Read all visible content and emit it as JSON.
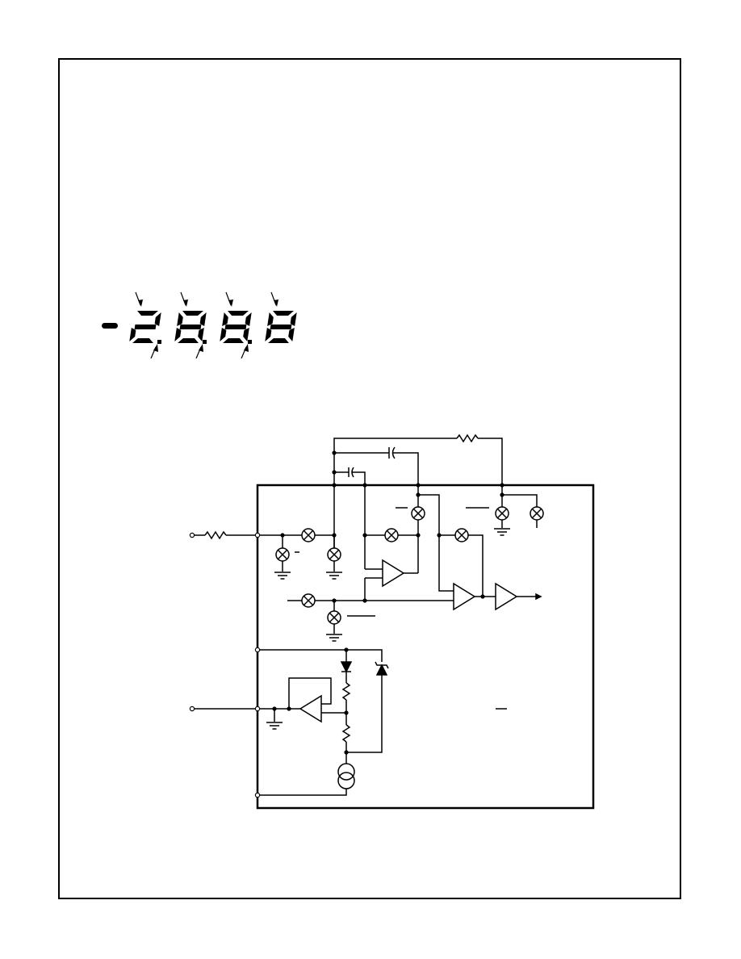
{
  "page": {
    "title": "",
    "border_color": "#000000"
  },
  "display": {
    "sign": "-",
    "digits": [
      "2",
      "8",
      "8",
      "8"
    ],
    "decimal_points": 3,
    "segment_color": "#000000"
  },
  "schematic": {
    "line_color": "#000000",
    "blocks": {
      "analog_switches": 10,
      "buffers": 4,
      "grounds": 5,
      "zener_diode": 1,
      "diode": 1,
      "current_source": 1,
      "capacitors": 2,
      "resistors": 4
    }
  }
}
